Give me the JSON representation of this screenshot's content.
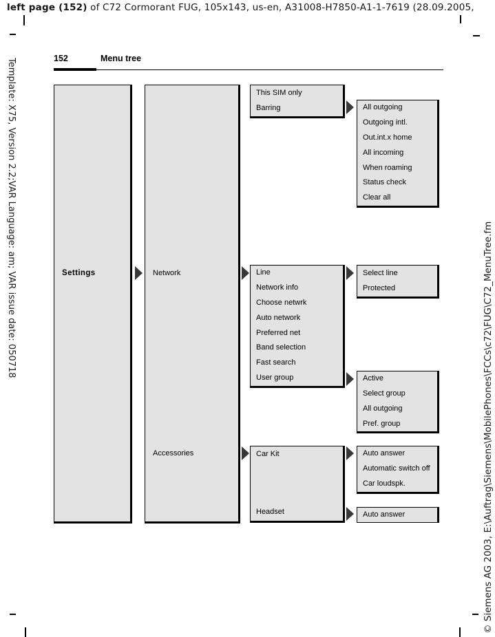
{
  "page": {
    "header_line": {
      "bold": "left page (152)",
      "rest": " of C72 Cormorant FUG, 105x143, us-en, A31008-H7850-A1-1-7619 (28.09.2005,"
    },
    "side_left": "Template: X75, Version 2.2;VAR Language: am; VAR issue date: 050718",
    "side_right": "© Siemens AG 2003, E:\\Auftrag\\Siemens\\MobilePhones\\FCCs\\c72\\FUG\\C72_MenuTree.fm",
    "page_number": "152",
    "section_title": "Menu tree"
  },
  "tree": {
    "root_label": "Settings",
    "level2": {
      "network": "Network",
      "accessories": "Accessories"
    },
    "boxes": {
      "barring": {
        "items": [
          "This SIM only",
          "Barring"
        ]
      },
      "barring_sub": {
        "items": [
          "All outgoing",
          "Outgoing intl.",
          "Out.int.x home",
          "All incoming",
          "When roaming",
          "Status check",
          "Clear all"
        ]
      },
      "network_menu": {
        "items": [
          "Line",
          "Network info",
          "Choose netwrk",
          "Auto network",
          "Preferred net",
          "Band selection",
          "Fast search",
          "User group"
        ]
      },
      "line_sub": {
        "items": [
          "Select line",
          "Protected"
        ]
      },
      "user_group_sub": {
        "items": [
          "Active",
          "Select group",
          "All outgoing",
          "Pref. group"
        ]
      },
      "accessories_menu": {
        "items": [
          "Car Kit",
          "Headset"
        ]
      },
      "car_kit_sub": {
        "items": [
          "Auto answer",
          "Automatic switch off",
          "Car loudspk."
        ]
      },
      "headset_sub": {
        "items": [
          "Auto answer"
        ]
      }
    }
  },
  "colors": {
    "box_fill": "#e3e3e3",
    "border": "#000000",
    "arrow": "#383838"
  }
}
